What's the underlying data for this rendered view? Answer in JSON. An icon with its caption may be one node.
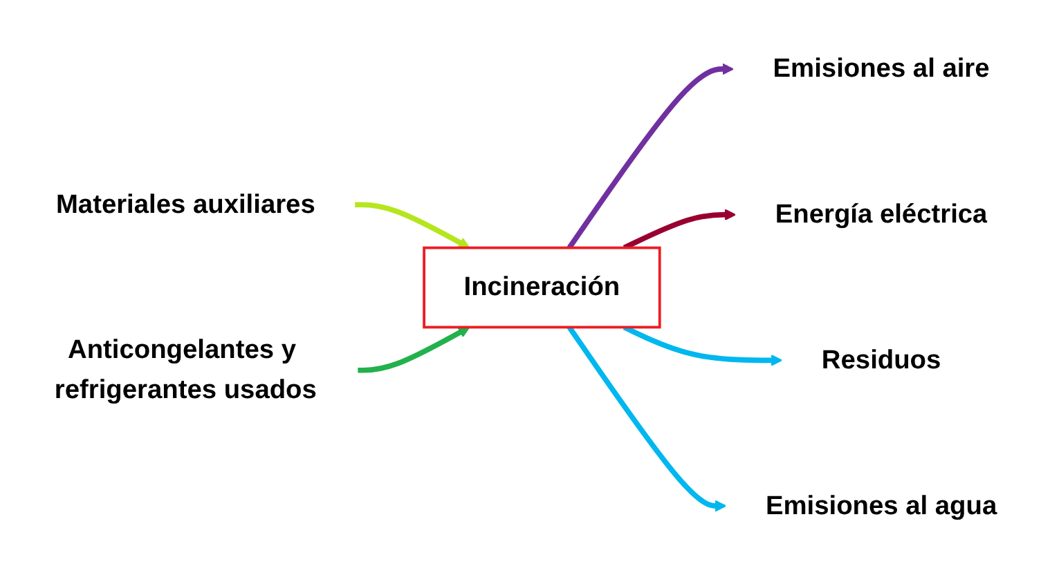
{
  "diagram": {
    "nodes": [
      {
        "text": [
          "Incineración"
        ]
      },
      {
        "text": [
          "Materiales auxiliares"
        ]
      },
      {
        "text": [
          "Anticongelantes y refrigerantes usados"
        ]
      },
      {
        "text": [
          "Emisiones al aire"
        ]
      },
      {
        "text": [
          "Energía eléctrica"
        ]
      },
      {
        "text": [
          "Residuos"
        ]
      },
      {
        "text": [
          "Emisiones al agua"
        ]
      }
    ],
    "edges": [
      {
        "from": 1,
        "to": 0,
        "arrow": "to",
        "color": "#b5e61d"
      },
      {
        "from": 2,
        "to": 0,
        "arrow": "to",
        "color": "#22b14c"
      },
      {
        "from": 0,
        "to": 3,
        "arrow": "to",
        "color": "#7030a0"
      },
      {
        "from": 0,
        "to": 4,
        "arrow": "to",
        "color": "#990030"
      },
      {
        "from": 0,
        "to": 5,
        "arrow": "to",
        "color": "#00b7ef"
      },
      {
        "from": 0,
        "to": 6,
        "arrow": "to",
        "color": "#00b7ef"
      }
    ]
  }
}
